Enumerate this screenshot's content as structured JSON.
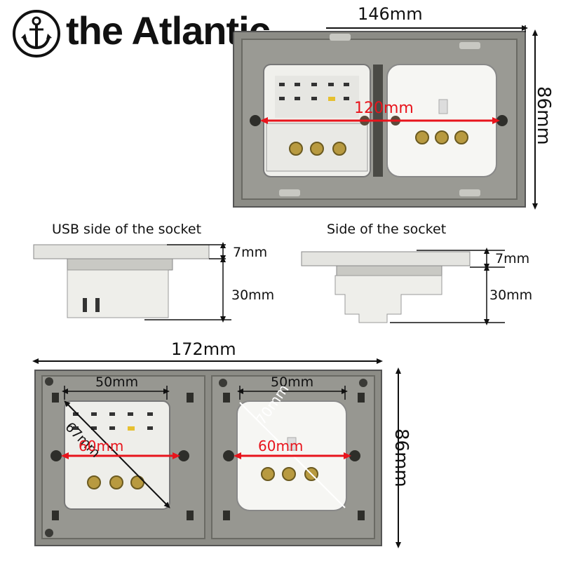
{
  "brand": {
    "name": "the Atlantic"
  },
  "icons": {
    "logo": "anchor-icon"
  },
  "colors": {
    "frame": "#8c8c86",
    "frame_dark": "#55554f",
    "module": "#f2f2ee",
    "red": "#e8141c",
    "line": "#111111"
  },
  "top_view": {
    "width_label": "146mm",
    "height_label": "86mm",
    "center_label": "120mm"
  },
  "side_views": [
    {
      "caption": "USB side of the socket",
      "panel_label": "7mm",
      "depth_label": "30mm"
    },
    {
      "caption": "Side of the socket",
      "panel_label": "7mm",
      "depth_label": "30mm"
    }
  ],
  "bottom_view": {
    "width_label": "172mm",
    "height_label": "86mm",
    "left": {
      "module_label": "50mm",
      "diag_label": "67mm",
      "screw_label": "60mm"
    },
    "right": {
      "module_label": "50mm",
      "diag_label": "70mm",
      "screw_label": "60mm"
    }
  }
}
